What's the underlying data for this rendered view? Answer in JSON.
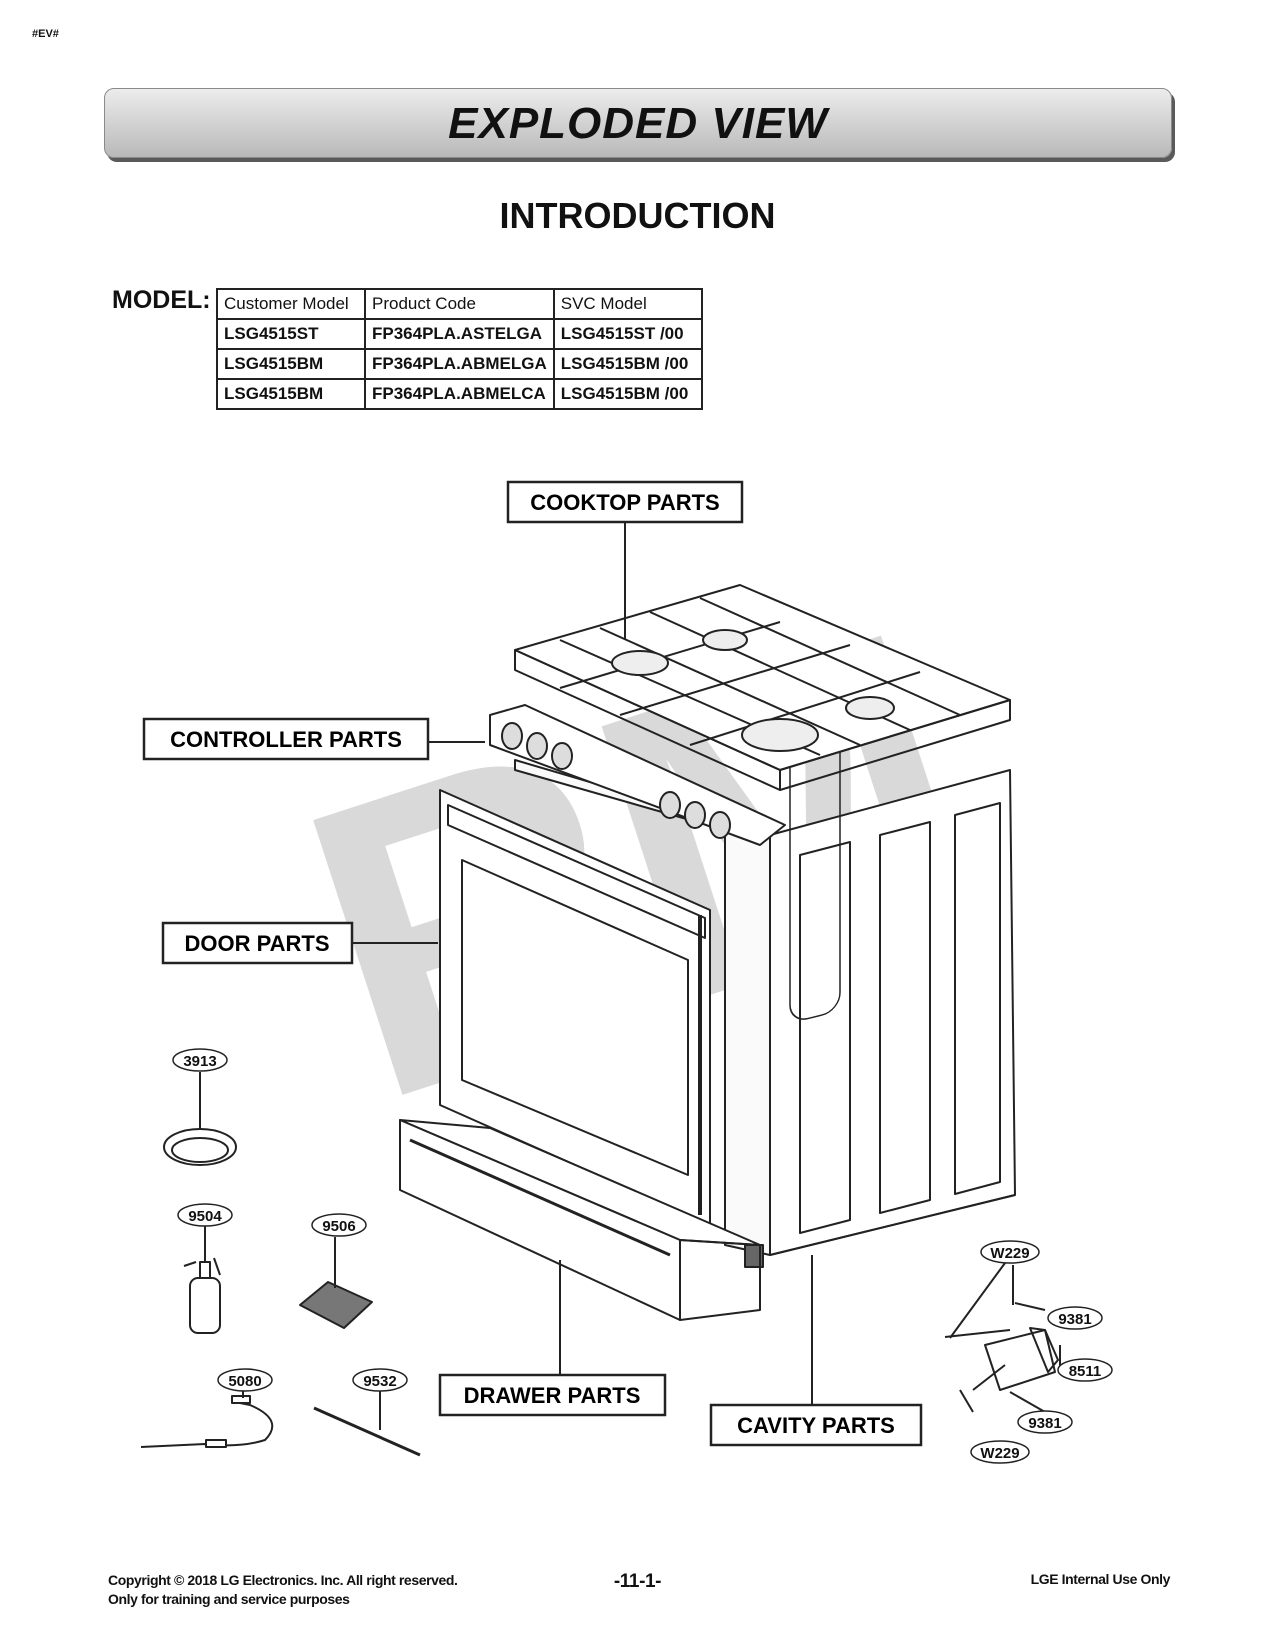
{
  "header": {
    "corner_tag": "#EV#",
    "title": "EXPLODED VIEW",
    "subtitle": "INTRODUCTION"
  },
  "model_section": {
    "label": "MODEL:",
    "columns": [
      "Customer Model",
      "Product Code",
      "SVC Model"
    ],
    "rows": [
      [
        "LSG4515ST",
        "FP364PLA.ASTELGA",
        "LSG4515ST /00"
      ],
      [
        "LSG4515BM",
        "FP364PLA.ABMELGA",
        "LSG4515BM /00"
      ],
      [
        "LSG4515BM",
        "FP364PLA.ABMELCA",
        "LSG4515BM /00"
      ]
    ]
  },
  "diagram": {
    "section_labels": {
      "cooktop": "COOKTOP PARTS",
      "controller": "CONTROLLER PARTS",
      "door": "DOOR PARTS",
      "drawer": "DRAWER PARTS",
      "cavity": "CAVITY PARTS"
    },
    "part_numbers": {
      "p3913": "3913",
      "p9504": "9504",
      "p9506": "9506",
      "p5080": "5080",
      "p9532": "9532",
      "w229_top": "W229",
      "p9381_top": "9381",
      "p8511": "8511",
      "p9381_bottom": "9381",
      "w229_bottom": "W229"
    },
    "watermark": "RM"
  },
  "footer": {
    "copyright": "Copyright © 2018 LG Electronics. Inc. All right reserved.",
    "purpose": "Only for training and service purposes",
    "page": "-11-1-",
    "internal": "LGE Internal Use Only"
  }
}
